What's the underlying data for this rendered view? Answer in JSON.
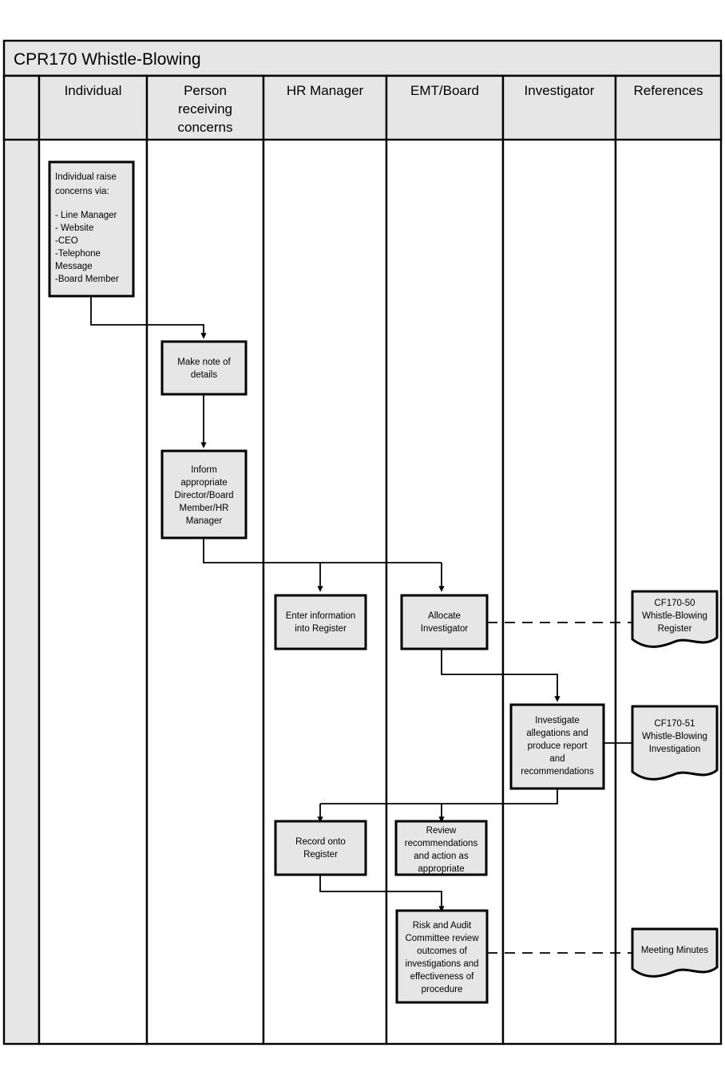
{
  "diagram": {
    "title": "CPR170 Whistle-Blowing",
    "type": "swimlane-flowchart",
    "colors": {
      "lane_header_fill": "#e6e6e6",
      "node_fill": "#e6e6e6",
      "lane_body_fill": "#ffffff",
      "stroke": "#000000",
      "gutter_fill": "#e6e6e6"
    },
    "lanes": [
      {
        "id": "gutter",
        "label": ""
      },
      {
        "id": "individual",
        "label": "Individual"
      },
      {
        "id": "person-receiving-concerns",
        "label": "Person receiving concerns"
      },
      {
        "id": "hr-manager",
        "label": "HR Manager"
      },
      {
        "id": "emt-board",
        "label": "EMT/Board"
      },
      {
        "id": "investigator",
        "label": "Investigator"
      },
      {
        "id": "references",
        "label": "References"
      }
    ],
    "nodes": [
      {
        "id": "raise-concerns",
        "lane": "individual",
        "shape": "process",
        "align": "left",
        "lines": [
          "Individual raise",
          "concerns via:",
          "",
          "- Line Manager",
          "- Website",
          "-CEO",
          "-Telephone",
          "Message",
          "-Board Member"
        ]
      },
      {
        "id": "make-note",
        "lane": "person-receiving-concerns",
        "shape": "process",
        "align": "center",
        "lines": [
          "Make note of",
          "details"
        ]
      },
      {
        "id": "inform-appropriate",
        "lane": "person-receiving-concerns",
        "shape": "process",
        "align": "center",
        "lines": [
          "Inform",
          "appropriate",
          "Director/Board",
          "Member/HR",
          "Manager"
        ]
      },
      {
        "id": "enter-information",
        "lane": "hr-manager",
        "shape": "process",
        "align": "center",
        "lines": [
          "Enter information",
          "into Register"
        ]
      },
      {
        "id": "allocate-investigator",
        "lane": "emt-board",
        "shape": "process",
        "align": "center",
        "lines": [
          "Allocate",
          "Investigator"
        ]
      },
      {
        "id": "investigate-allegations",
        "lane": "investigator",
        "shape": "process",
        "align": "center",
        "lines": [
          "Investigate",
          "allegations and",
          "produce report",
          "and",
          "recommendations"
        ]
      },
      {
        "id": "record-onto-register",
        "lane": "hr-manager",
        "shape": "process",
        "align": "center",
        "lines": [
          "Record onto",
          "Register"
        ]
      },
      {
        "id": "review-recommendations",
        "lane": "emt-board",
        "shape": "process",
        "align": "center",
        "lines": [
          "Review",
          "recommendations",
          "and action as",
          "appropriate"
        ]
      },
      {
        "id": "risk-audit-review",
        "lane": "emt-board",
        "shape": "process",
        "align": "center",
        "lines": [
          "Risk and Audit",
          "Committee review",
          "outcomes of",
          "investigations and",
          "effectiveness of",
          "procedure"
        ]
      },
      {
        "id": "cf170-50",
        "lane": "references",
        "shape": "document",
        "align": "center",
        "lines": [
          "CF170-50",
          "Whistle-Blowing",
          "Register"
        ]
      },
      {
        "id": "cf170-51",
        "lane": "references",
        "shape": "document",
        "align": "center",
        "lines": [
          "CF170-51",
          "Whistle-Blowing",
          "Investigation"
        ]
      },
      {
        "id": "meeting-minutes",
        "lane": "references",
        "shape": "document",
        "align": "center",
        "lines": [
          "Meeting Minutes"
        ]
      }
    ],
    "edges": [
      {
        "id": "e1",
        "from": "raise-concerns",
        "to": "make-note",
        "style": "solid",
        "arrow": true
      },
      {
        "id": "e2",
        "from": "make-note",
        "to": "inform-appropriate",
        "style": "solid",
        "arrow": true
      },
      {
        "id": "e3",
        "from": "inform-appropriate",
        "to": "enter-information",
        "style": "solid",
        "arrow": true
      },
      {
        "id": "e4",
        "from": "inform-appropriate",
        "to": "allocate-investigator",
        "style": "solid",
        "arrow": true
      },
      {
        "id": "e5",
        "from": "allocate-investigator",
        "to": "investigate-allegations",
        "style": "solid",
        "arrow": true
      },
      {
        "id": "e6",
        "from": "investigate-allegations",
        "to": "record-onto-register",
        "style": "solid",
        "arrow": true
      },
      {
        "id": "e7",
        "from": "investigate-allegations",
        "to": "review-recommendations",
        "style": "solid",
        "arrow": true
      },
      {
        "id": "e8",
        "from": "record-onto-register",
        "to": "risk-audit-review",
        "style": "solid",
        "arrow": true
      },
      {
        "id": "e9",
        "from": "allocate-investigator",
        "to": "cf170-50",
        "style": "dashed",
        "arrow": false
      },
      {
        "id": "e10",
        "from": "investigate-allegations",
        "to": "cf170-51",
        "style": "solid",
        "arrow": false
      },
      {
        "id": "e11",
        "from": "risk-audit-review",
        "to": "meeting-minutes",
        "style": "dashed",
        "arrow": false
      }
    ]
  }
}
